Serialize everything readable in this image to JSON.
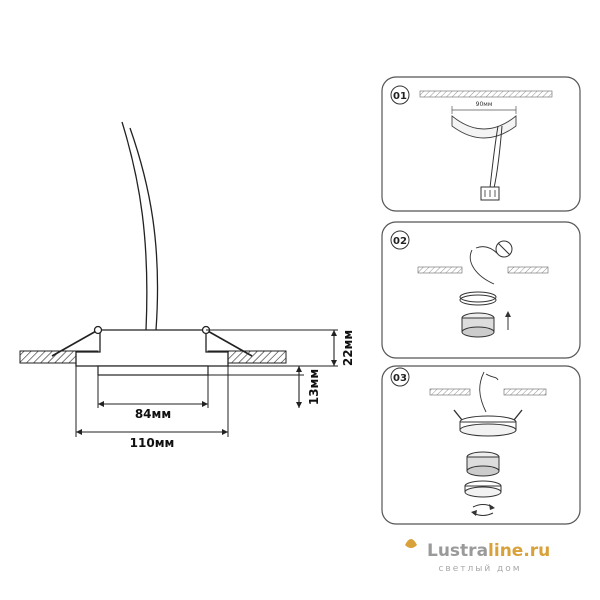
{
  "dimensions": {
    "width_outer": "110мм",
    "width_inner": "84мм",
    "height_total": "22мм",
    "height_visible": "13мм"
  },
  "steps": [
    {
      "number": "01",
      "label": "90мм"
    },
    {
      "number": "02"
    },
    {
      "number": "03"
    }
  ],
  "watermark": {
    "brand_a": "Lustra",
    "brand_b": "line.ru",
    "tagline": "светлый дом"
  },
  "colors": {
    "line": "#222222",
    "panel_border": "#555555",
    "watermark_grey": "#9a9a9a",
    "watermark_orange": "#d9a13a"
  }
}
